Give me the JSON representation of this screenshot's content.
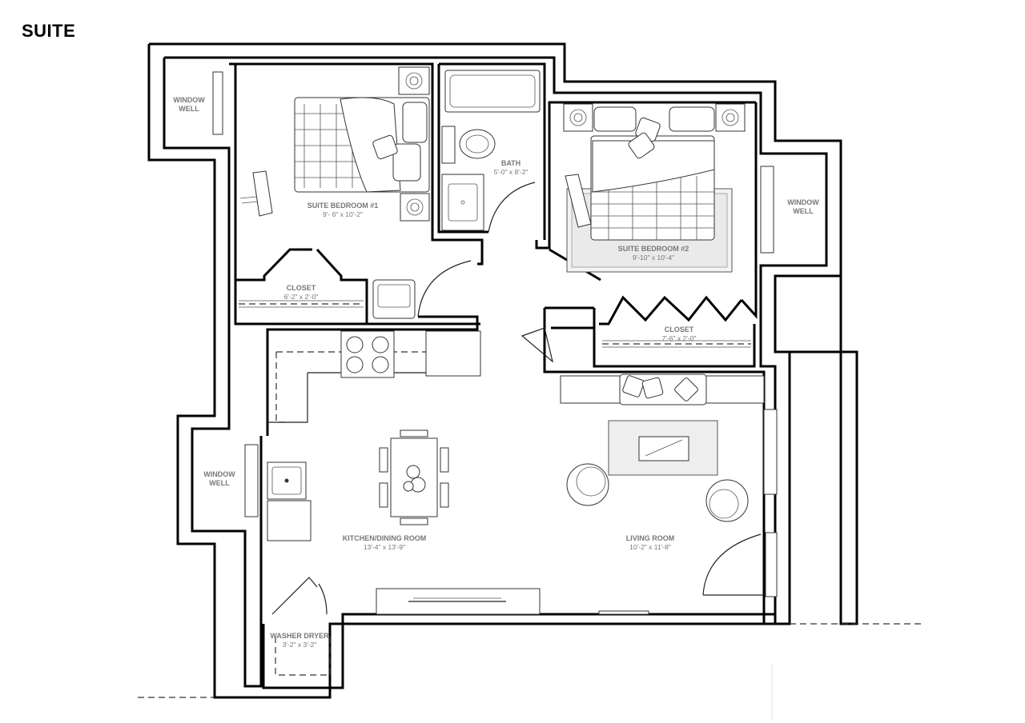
{
  "title": "SUITE",
  "rooms": {
    "bedroom1": {
      "name": "SUITE BEDROOM #1",
      "dims": "9'- 6\" x 10'-2\""
    },
    "bath": {
      "name": "BATH",
      "dims": "5'-0\" x 8'-2\""
    },
    "bedroom2": {
      "name": "SUITE BEDROOM #2",
      "dims": "9'-10\" x 10'-4\""
    },
    "closet1": {
      "name": "CLOSET",
      "dims": "6'-2\" x 2'-0\""
    },
    "closet2": {
      "name": "CLOSET",
      "dims": "7'-6\" x 2'-0\""
    },
    "kitchen": {
      "name": "KITCHEN/DINING ROOM",
      "dims": "13'-4\" x 13'-9\""
    },
    "living": {
      "name": "LIVING ROOM",
      "dims": "10'-2\" x 11'-8\""
    },
    "laundry": {
      "name": "WASHER DRYER",
      "dims": "3'-2\" x 3'-2\""
    }
  },
  "window_wells": [
    {
      "line1": "WINDOW",
      "line2": "WELL"
    },
    {
      "line1": "WINDOW",
      "line2": "WELL"
    },
    {
      "line1": "WINDOW",
      "line2": "WELL"
    }
  ]
}
